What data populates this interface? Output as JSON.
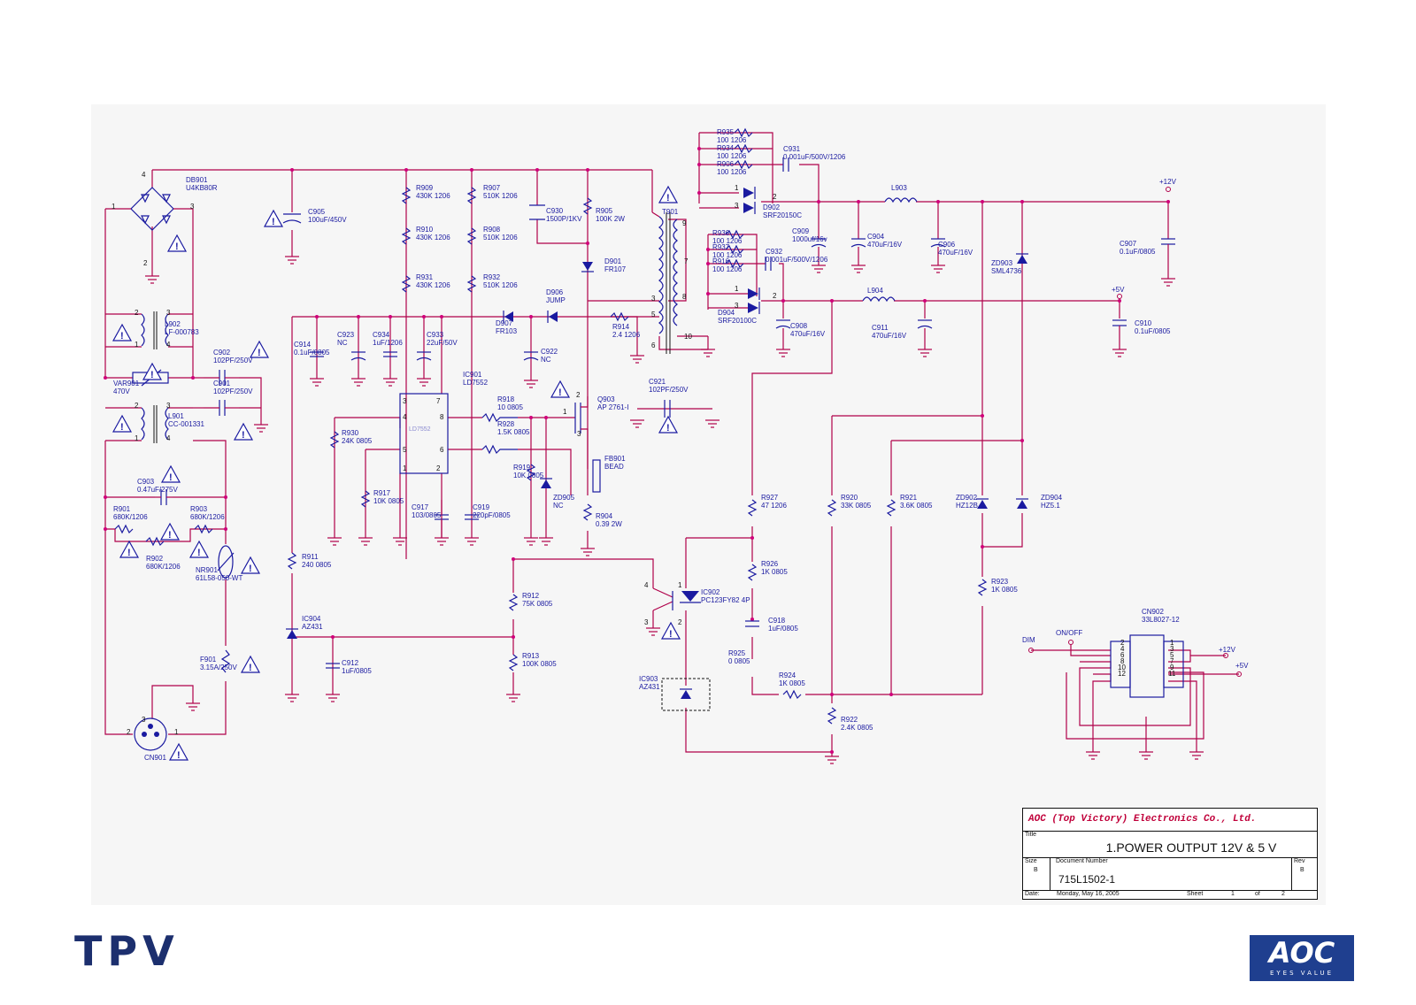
{
  "sheet": {
    "nets": [
      "+12V",
      "+5V",
      "+12V",
      "+5V",
      "DIM",
      "ON/OFF"
    ],
    "components": [
      [
        "DB901",
        "U4KB80R"
      ],
      [
        "C905",
        "100uF/450V"
      ],
      [
        "R909",
        "430K   1206"
      ],
      [
        "R910",
        "430K   1206"
      ],
      [
        "R931",
        "430K   1206"
      ],
      [
        "R907",
        "510K 1206"
      ],
      [
        "R908",
        "510K 1206"
      ],
      [
        "R932",
        "510K 1206"
      ],
      [
        "C930",
        "1500P/1KV"
      ],
      [
        "R905",
        "100K   2W"
      ],
      [
        "T901",
        ""
      ],
      [
        "D901",
        "FR107"
      ],
      [
        "D906",
        "JUMP"
      ],
      [
        "D907",
        "FR103"
      ],
      [
        "R914",
        "2.4    1206"
      ],
      [
        "L902",
        "LF-000783"
      ],
      [
        "C902",
        "102PF/250V"
      ],
      [
        "C901",
        "102PF/250V"
      ],
      [
        "VAR901",
        "470V"
      ],
      [
        "L901",
        "CC-001331"
      ],
      [
        "C914",
        "0.1uF/0805"
      ],
      [
        "C923",
        "NC"
      ],
      [
        "C934",
        "1uF/1206"
      ],
      [
        "C933",
        "22uF/50V"
      ],
      [
        "C922",
        "NC"
      ],
      [
        "IC901",
        "LD7552"
      ],
      [
        "R918",
        "10    0805"
      ],
      [
        "R928",
        "1.5K   0805"
      ],
      [
        "R919",
        "10K   0805"
      ],
      [
        "ZD905",
        "NC"
      ],
      [
        "R930",
        "24K   0805"
      ],
      [
        "R917",
        "10K   0805"
      ],
      [
        "C917",
        "103/0805"
      ],
      [
        "C919",
        "220pF/0805"
      ],
      [
        "Q903",
        "AP 2761-I"
      ],
      [
        "FB901",
        "BEAD"
      ],
      [
        "R904",
        "0.39    2W"
      ],
      [
        "C921",
        "102PF/250V"
      ],
      [
        "C903",
        "0.47uF/275V"
      ],
      [
        "R901",
        "680K/1206"
      ],
      [
        "R903",
        "680K/1206"
      ],
      [
        "R902",
        "680K/1206"
      ],
      [
        "NR901",
        "61L58-050-WT"
      ],
      [
        "R911",
        "240    0805"
      ],
      [
        "IC904",
        "AZ431"
      ],
      [
        "C912",
        "1uF/0805"
      ],
      [
        "R912",
        "75K    0805"
      ],
      [
        "R913",
        "100K    0805"
      ],
      [
        "F901",
        "3.15A/250V"
      ],
      [
        "CN901",
        ""
      ],
      [
        "R935",
        "100    1206"
      ],
      [
        "R934",
        "100    1206"
      ],
      [
        "R906",
        "100    1206"
      ],
      [
        "C931",
        "0.001uF/500V/1206"
      ],
      [
        "D902",
        "SRF20150C"
      ],
      [
        "L903",
        ""
      ],
      [
        "C909",
        "1000uf/16v"
      ],
      [
        "C904",
        "470uF/16V"
      ],
      [
        "C906",
        "470uF/16V"
      ],
      [
        "ZD903",
        "SML4736"
      ],
      [
        "C907",
        "0.1uF/0805"
      ],
      [
        "R936",
        "100    1206"
      ],
      [
        "R937",
        "100    1206"
      ],
      [
        "R916",
        "100    1206"
      ],
      [
        "C932",
        "0.001uF/500V/1206"
      ],
      [
        "D904",
        "SRF20100C"
      ],
      [
        "L904",
        ""
      ],
      [
        "C908",
        "470uF/16V"
      ],
      [
        "C911",
        "470uF/16V"
      ],
      [
        "C910",
        "0.1uF/0805"
      ],
      [
        "R927",
        "47    1206"
      ],
      [
        "R926",
        "1K    0805"
      ],
      [
        "IC902",
        "PC123FY82 4P"
      ],
      [
        "C918",
        "1uF/0805"
      ],
      [
        "R925",
        "0    0805"
      ],
      [
        "R924",
        "1K    0805"
      ],
      [
        "IC903",
        "AZ431"
      ],
      [
        "R922",
        "2.4K    0805"
      ],
      [
        "R920",
        "33K    0805"
      ],
      [
        "R921",
        "3.6K    0805"
      ],
      [
        "ZD902",
        "HZ12B"
      ],
      [
        "ZD904",
        "HZ5.1"
      ],
      [
        "R923",
        "1K    0805"
      ],
      [
        "CN902",
        "33L8027-12"
      ]
    ],
    "ic901_part": "LD7552"
  },
  "title_block": {
    "company": "AOC (Top Victory) Electronics Co., Ltd.",
    "title_label": "Title",
    "title": "1.POWER OUTPUT 12V & 5 V",
    "size_label": "Size",
    "size": "B",
    "docnum_label": "Document Number",
    "docnum": "715L1502-1",
    "rev_label": "Rev",
    "rev": "B",
    "date_label": "Date:",
    "date": "Monday, May 16, 2005",
    "sheet_label": "Sheet",
    "sheet_num": "1",
    "of_label": "of",
    "sheet_total": "2"
  },
  "logos": {
    "tpv": "TPV",
    "aoc": "AOC",
    "aoc_tagline": "EYES VALUE",
    "colors": {
      "tpv": "#1c2f6e",
      "aoc_bg": "#1f3f8f",
      "wire": "#b0004a",
      "symbol": "#1a1aa0"
    }
  }
}
